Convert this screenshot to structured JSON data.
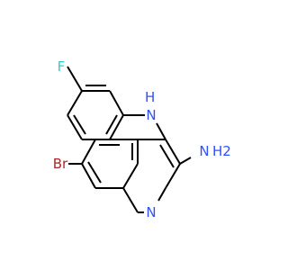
{
  "molecule": {
    "atoms": {
      "F": {
        "symbol": "F"
      },
      "N_amine": {
        "symbol": "N",
        "hydrogens": "H"
      },
      "N_amino": {
        "symbol": "N",
        "hydrogens": "H2"
      },
      "Br": {
        "symbol": "Br"
      },
      "N_ring": {
        "symbol": "N"
      }
    },
    "colors": {
      "bond": "#000000",
      "F": "#33cccc",
      "N": "#3050f8",
      "Br": "#a62929"
    }
  }
}
